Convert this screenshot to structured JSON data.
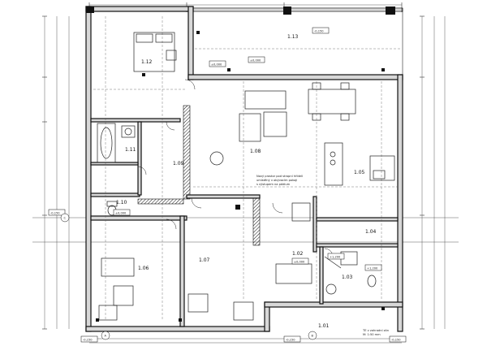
{
  "rooms": {
    "r101": "1.01",
    "r102": "1.02",
    "r103": "1.03",
    "r104": "1.04",
    "r105": "1.05",
    "r106": "1.06",
    "r107": "1.07",
    "r108": "1.08",
    "r109": "1.09",
    "r110": "1.10",
    "r111": "1.11",
    "r112": "1.12",
    "r113": "1.13"
  },
  "levels": {
    "l_terrace": "-0,150",
    "l_top": "±0,000",
    "l_main": "±0,000",
    "l_mid": "±0,000",
    "l_hall": "±0,000",
    "l_bot_left": "-0,150",
    "l_bot_mid": "-0,150",
    "l_bot_right": "-0,150",
    "l_corner": "-0,150",
    "l_wc": "+1,200",
    "l_small": "+1,200"
  },
  "axes": {
    "a": "A",
    "b": "B",
    "c": "C"
  },
  "notes": {
    "center_note_1": "Nový prostor pod stropní hřídelí",
    "center_note_2": "umístěný v obývacím pokoji",
    "center_note_3": "s výstupem na pódium",
    "title_1": "TE v zahradní zón",
    "title_2": "M: 1:50 mm"
  }
}
